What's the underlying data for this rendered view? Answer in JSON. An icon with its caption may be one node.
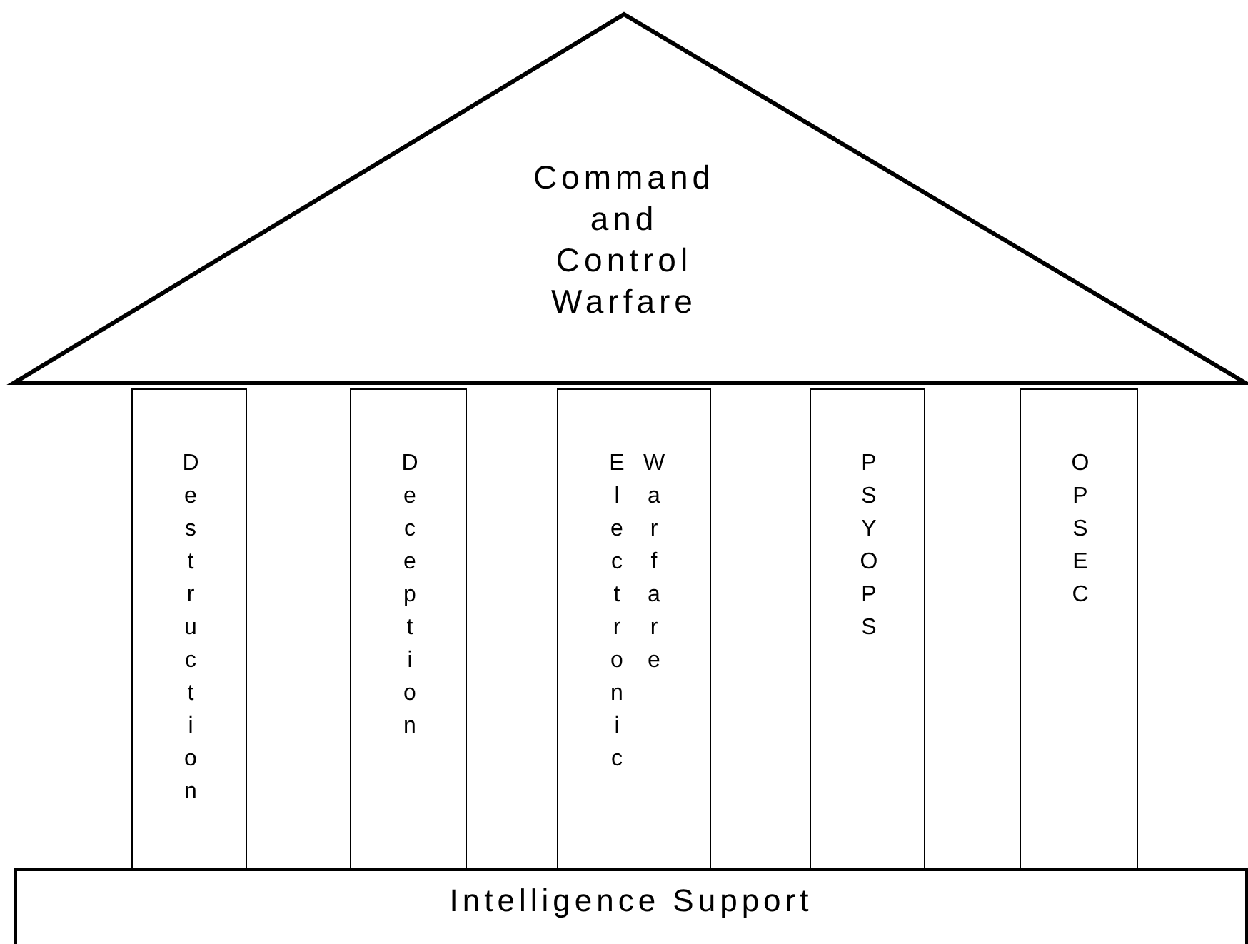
{
  "diagram": {
    "nodes": [
      {
        "text": [
          "Command and Control Warfare"
        ]
      },
      {
        "text": [
          "Destruction"
        ]
      },
      {
        "text": [
          "Deception"
        ]
      },
      {
        "text": [
          "Electronic",
          "Warfare"
        ]
      },
      {
        "text": [
          "PSYOPS"
        ]
      },
      {
        "text": [
          "OPSEC"
        ]
      },
      {
        "text": [
          "Intelligence Support"
        ]
      }
    ]
  }
}
